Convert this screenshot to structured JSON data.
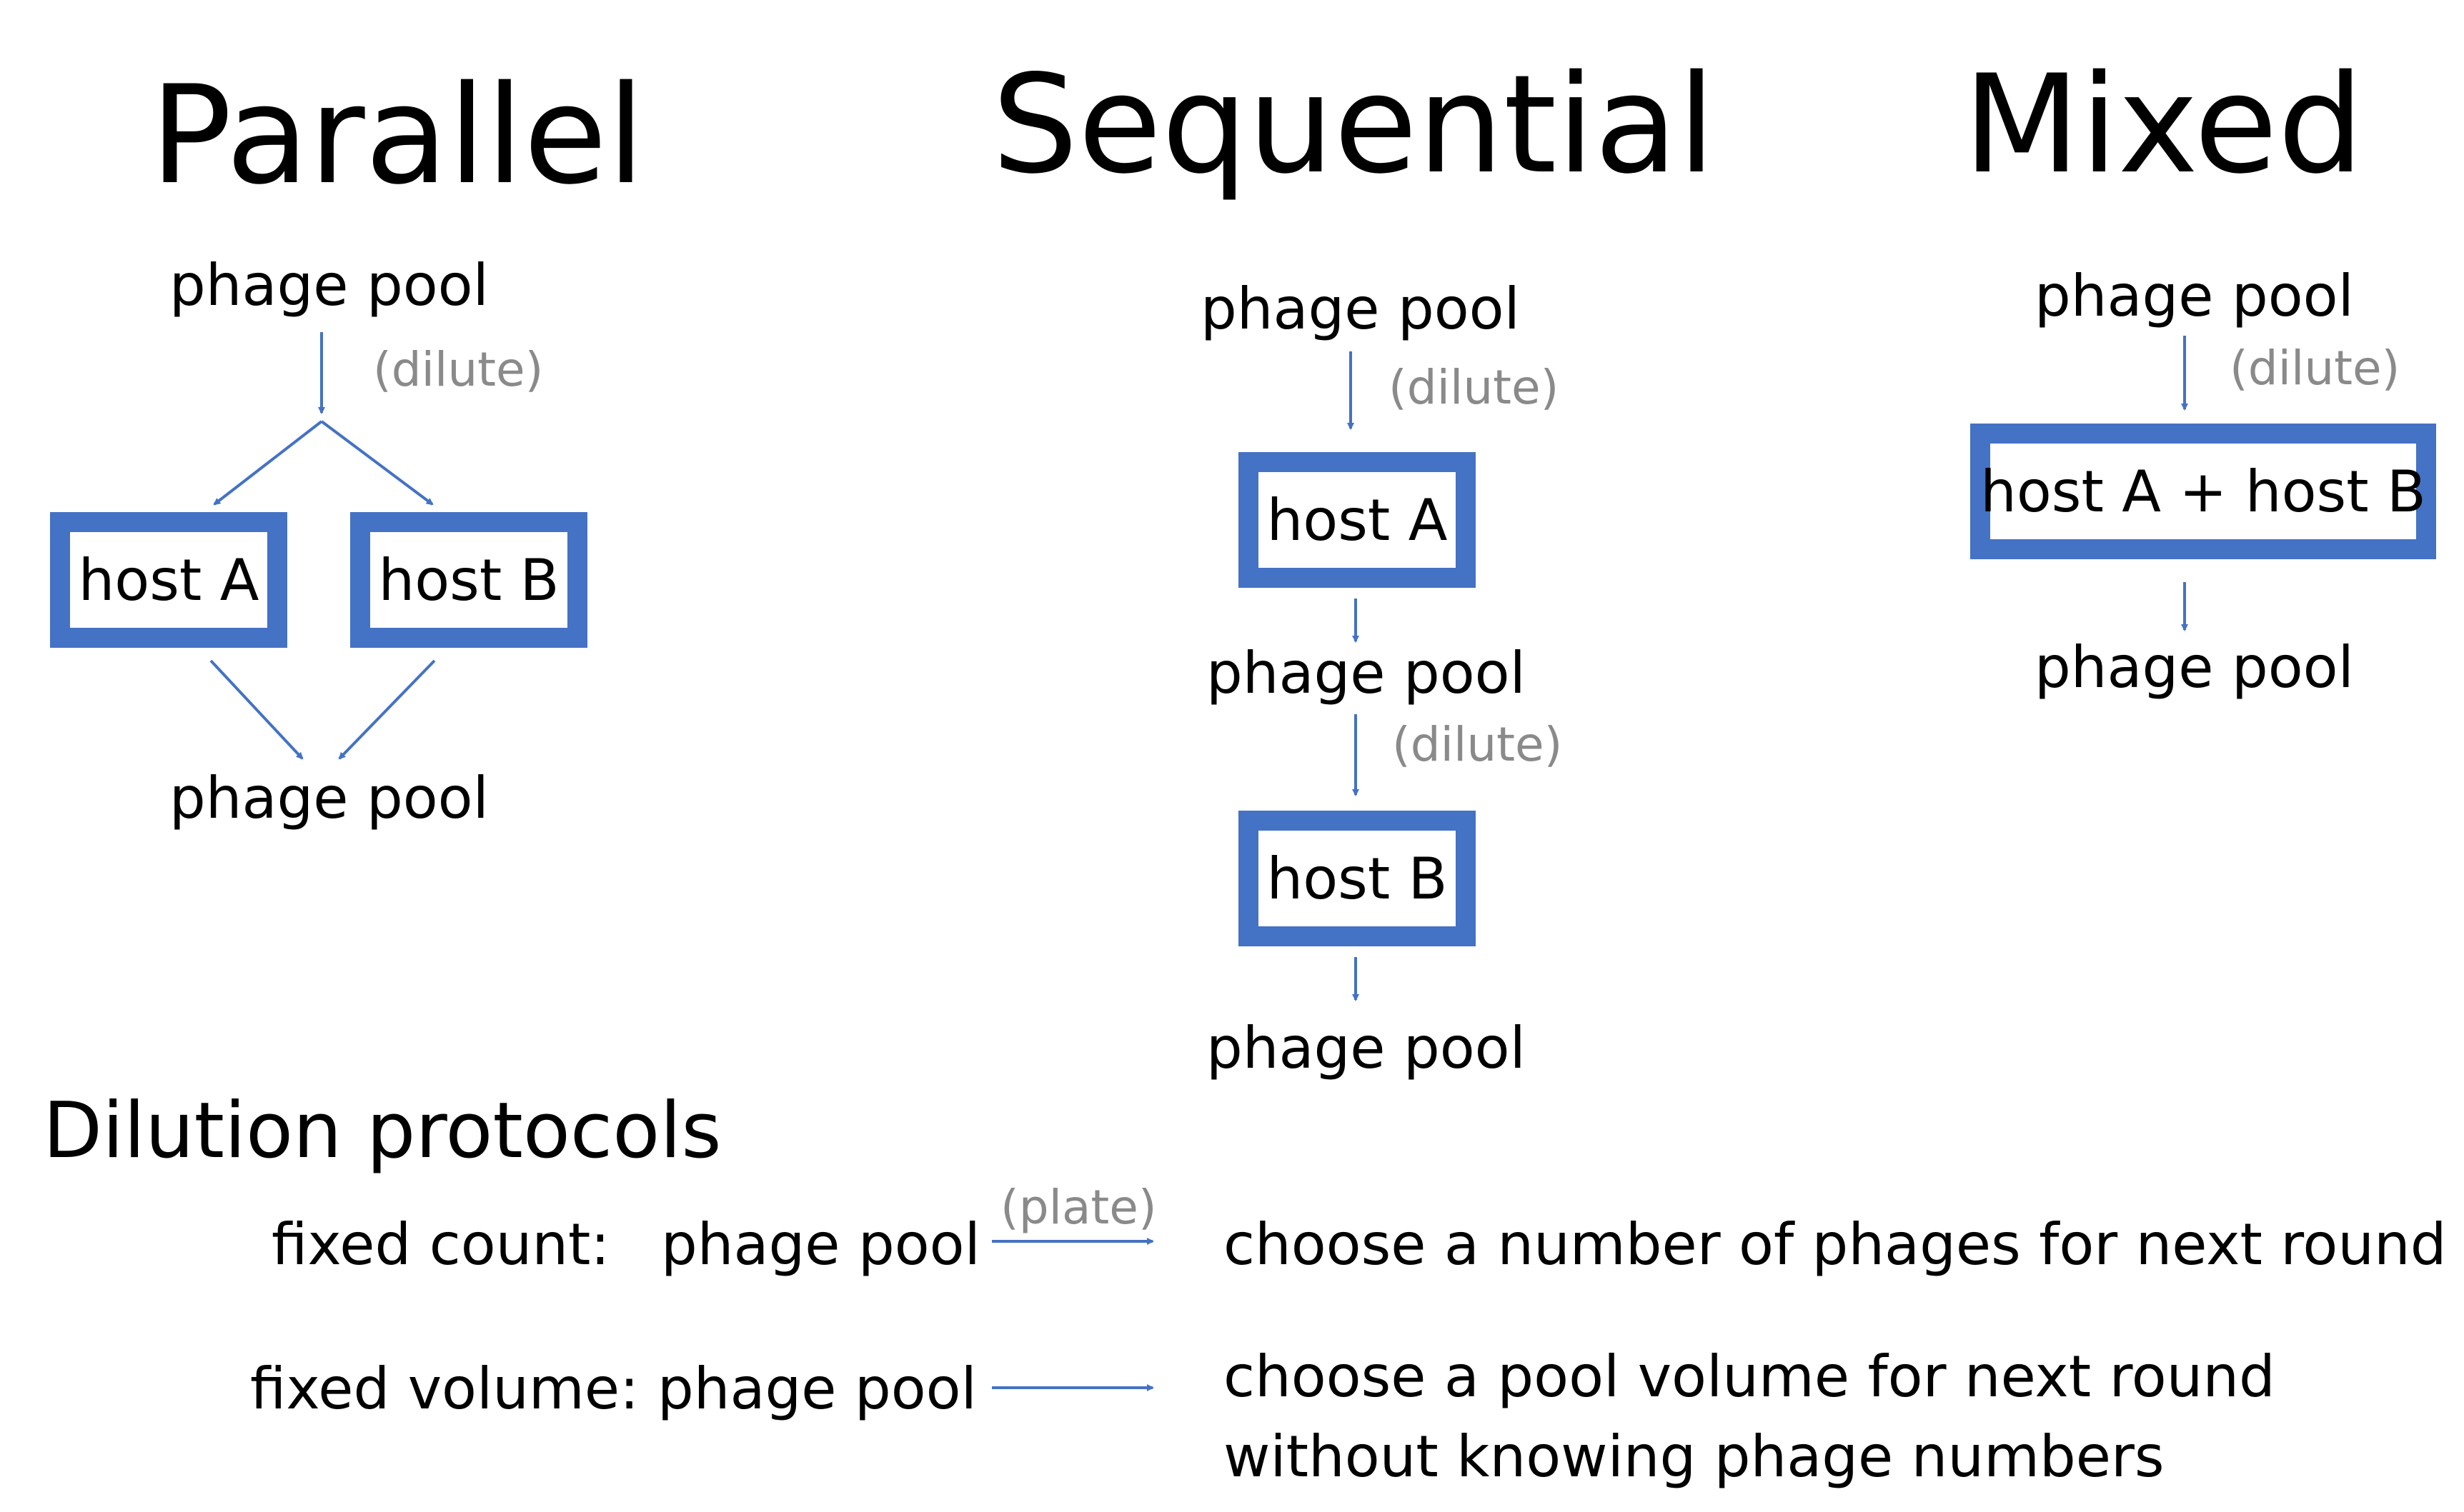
{
  "parallel": {
    "title": "Parallel",
    "pool_top": "phage pool",
    "dilute": "(dilute)",
    "host_a": "host A",
    "host_b": "host B",
    "pool_bottom": "phage pool"
  },
  "sequential": {
    "title": "Sequential",
    "pool_1": "phage pool",
    "dilute_1": "(dilute)",
    "host_a": "host A",
    "pool_2": "phage pool",
    "dilute_2": "(dilute)",
    "host_b": "host B",
    "pool_3": "phage pool"
  },
  "mixed": {
    "title": "Mixed",
    "pool_top": "phage pool",
    "dilute": "(dilute)",
    "host_ab": "host A + host B",
    "pool_bottom": "phage pool"
  },
  "dilution": {
    "heading": "Dilution protocols",
    "fixed_count": {
      "label": "fixed count:",
      "pool": "phage pool",
      "arrow_label": "(plate)",
      "description": "choose a number of phages for next round"
    },
    "fixed_volume": {
      "label": "fixed volume:",
      "pool": "phage pool",
      "description_line1": "choose a pool volume for next round",
      "description_line2": "without knowing phage numbers"
    }
  },
  "colors": {
    "accent": "#4472c4",
    "muted_text": "#8a8a8a"
  }
}
